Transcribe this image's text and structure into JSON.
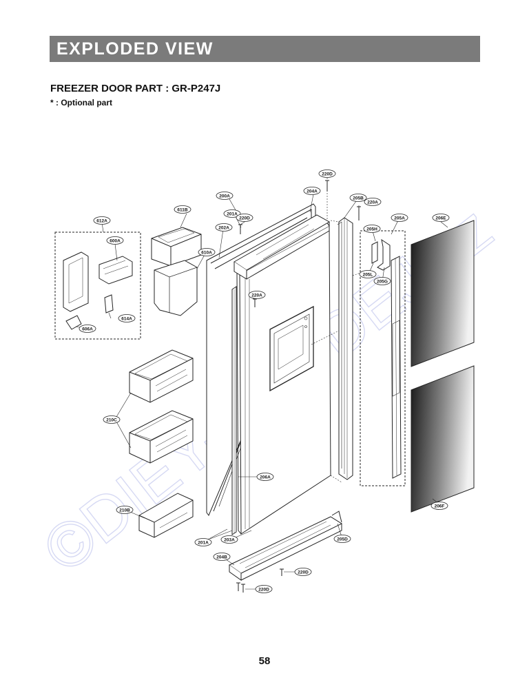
{
  "header": {
    "title": "EXPLODED VIEW"
  },
  "section": {
    "title": "FREEZER DOOR PART : GR-P247J",
    "note": "* : Optional part"
  },
  "callouts": {
    "c220D_top": "220D",
    "c204A": "204A",
    "c205B": "205B",
    "c220A_top": "220A",
    "c200A": "200A",
    "c201A_top": "201A",
    "c220D_mid": "220D",
    "c611B": "611B",
    "c202A": "202A",
    "c205A": "205A",
    "c206E": "206E",
    "c612A": "612A",
    "c600A": "600A",
    "c610A": "610A",
    "c205H": "205H",
    "c205L": "205L",
    "c205G": "205G",
    "c220A_mid": "220A",
    "c614A": "614A",
    "c606A": "606A",
    "c210C": "210C",
    "c206A": "206A",
    "c206F": "206F",
    "c210B": "210B",
    "c201A_bot": "201A",
    "c203A": "203A",
    "c205D": "205D",
    "c204B": "204B",
    "c220D_b1": "220D",
    "c220D_b2": "220D"
  },
  "watermark": "©DIEY-PRODEJ.cz",
  "page_number": "58"
}
